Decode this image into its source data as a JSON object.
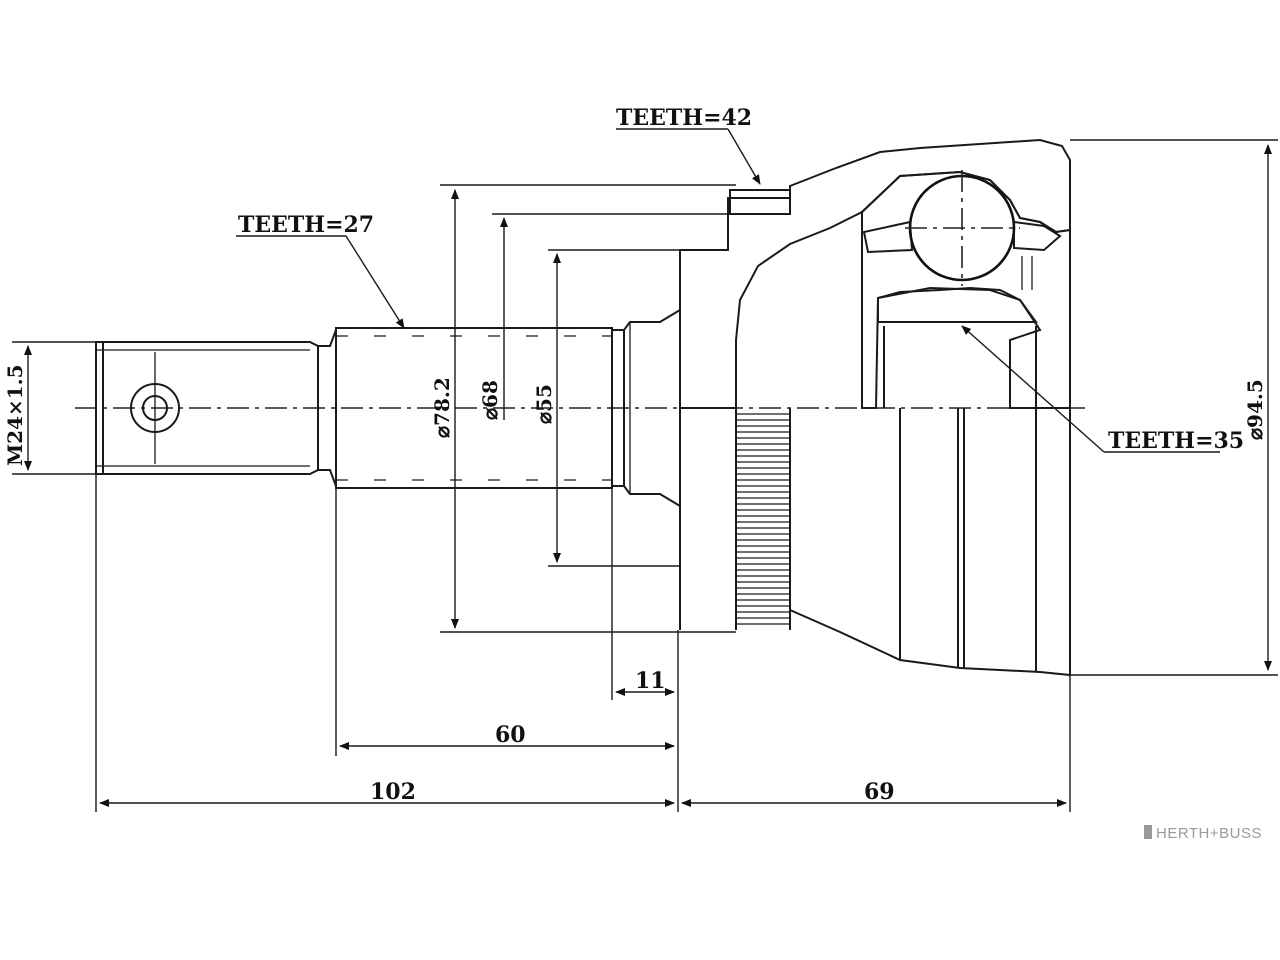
{
  "annotations": {
    "teeth_outer": "TEETH=42",
    "teeth_shaft": "TEETH=27",
    "teeth_inner": "TEETH=35"
  },
  "dimensions": {
    "thread": "M24×1.5",
    "dia_1": "⌀78.2",
    "dia_2": "⌀68",
    "dia_3": "⌀55",
    "dia_outer": "⌀94.5",
    "len_flange": "11",
    "len_shaft": "60",
    "len_total_left": "102",
    "len_total_right": "69"
  },
  "brand": {
    "logo_text": "HERTH+BUSS"
  }
}
